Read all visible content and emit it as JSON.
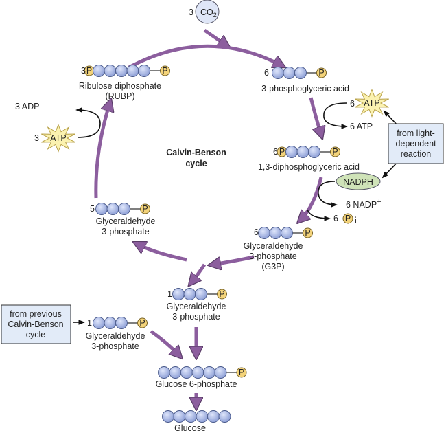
{
  "title": "Calvin-Benson cycle",
  "title_line1": "Calvin-Benson",
  "title_line2": "cycle",
  "colors": {
    "arrow": "#8c5e9e",
    "carbon": "#9fb0e0",
    "phosphate": "#f3d37a",
    "atp_star": "#fbf2b0",
    "nadph": "#cfe3b8",
    "co2": "#dfe6f7",
    "box": "#e2ebf8"
  },
  "co2": {
    "count": "3",
    "label": "CO",
    "sub": "2"
  },
  "rubp": {
    "count": "3",
    "name_line1": "Ribulose diphosphate",
    "name_line2": "(RUBP)"
  },
  "pga": {
    "count": "6",
    "name": "3-phosphoglyceric acid"
  },
  "atp_in": {
    "count": "6",
    "label": "ATP"
  },
  "atp_out": {
    "label": "6 ATP"
  },
  "light_box": {
    "line1": "from light-",
    "line2": "dependent",
    "line3": "reaction"
  },
  "dpga": {
    "count": "6",
    "name": "1,3-diphosphoglyceric acid"
  },
  "nadph": {
    "label": "NADPH"
  },
  "nadp_out": {
    "label": "6 NADP",
    "sup": "+"
  },
  "pi_out": {
    "count": "6",
    "p": "P",
    "sub": "i"
  },
  "g3p_main": {
    "count": "6",
    "name_line1": "Glyceraldehyde",
    "name_line2": "3-phosphate",
    "name_line3": "(G3P)"
  },
  "g3p_recycle": {
    "count": "5",
    "name_line1": "Glyceraldehyde",
    "name_line2": "3-phosphate"
  },
  "atp_regen": {
    "count": "3",
    "label": "ATP"
  },
  "adp_out": {
    "label": "3 ADP"
  },
  "g3p_out": {
    "count": "1",
    "name_line1": "Glyceraldehyde",
    "name_line2": "3-phosphate"
  },
  "prev_box": {
    "line1": "from previous",
    "line2": "Calvin-Benson",
    "line3": "cycle"
  },
  "g3p_prev": {
    "count": "1",
    "name_line1": "Glyceraldehyde",
    "name_line2": "3-phosphate"
  },
  "g6p": {
    "name": "Glucose 6-phosphate"
  },
  "glucose": {
    "name": "Glucose"
  },
  "phosphate_symbol": "P"
}
